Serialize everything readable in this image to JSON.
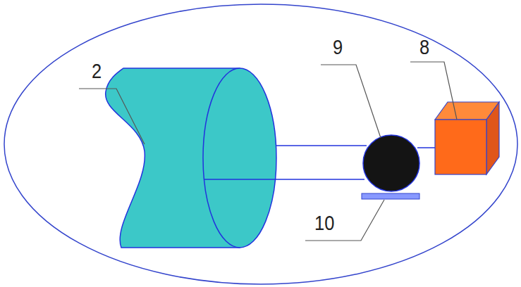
{
  "diagram": {
    "labels": [
      "2",
      "9",
      "8",
      "10"
    ]
  }
}
